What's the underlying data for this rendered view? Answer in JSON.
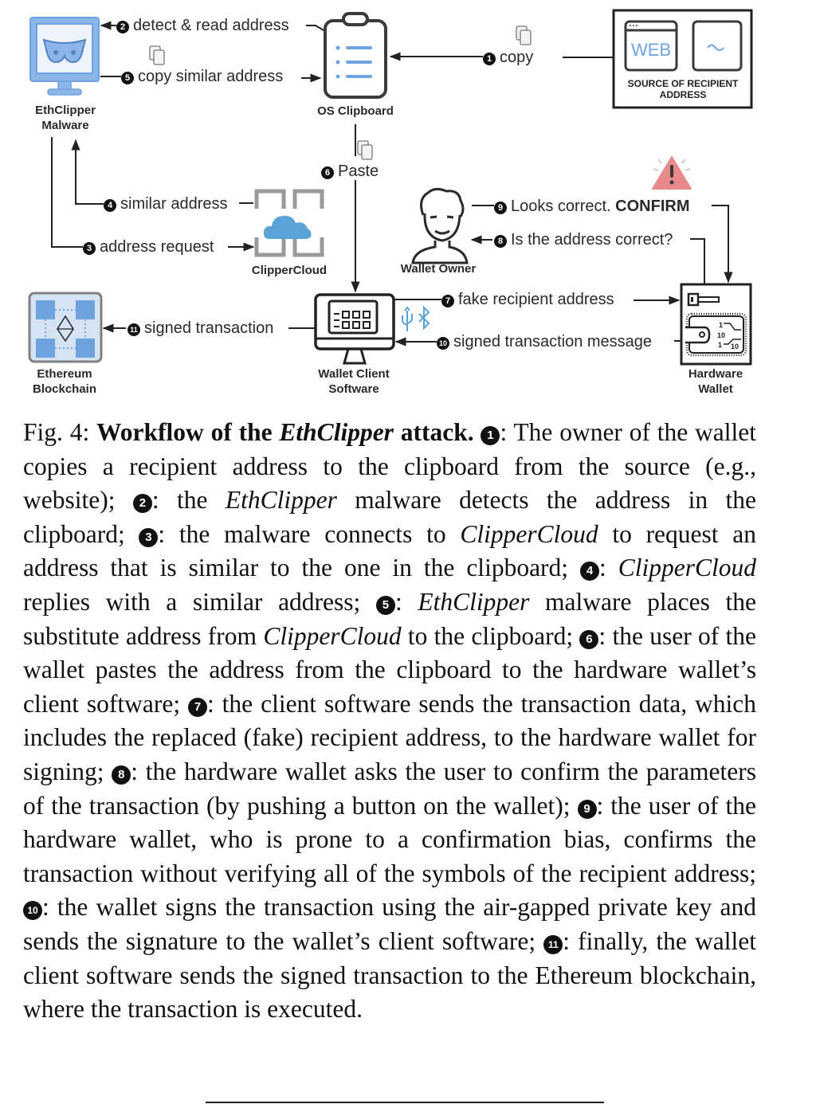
{
  "figure": {
    "nodes": {
      "malware": {
        "name_line1": "EthClipper",
        "name_line2": "Malware"
      },
      "clipboard": {
        "name": "OS Clipboard"
      },
      "source": {
        "web_label": "WEB",
        "caption_line1": "SOURCE OF RECIPIENT",
        "caption_line2": "ADDRESS"
      },
      "cloud": {
        "name": "ClipperCloud"
      },
      "owner": {
        "name": "Wallet Owner"
      },
      "blockchain": {
        "name_line1": "Ethereum",
        "name_line2": "Blockchain"
      },
      "client": {
        "name_line1": "Wallet Client",
        "name_line2": "Software"
      },
      "hardware": {
        "name_line1": "Hardware",
        "name_line2": "Wallet"
      }
    },
    "steps": [
      {
        "num": "1",
        "text": "copy"
      },
      {
        "num": "2",
        "text": "detect & read address"
      },
      {
        "num": "3",
        "text": "address request"
      },
      {
        "num": "4",
        "text": "similar address"
      },
      {
        "num": "5",
        "text": "copy similar address"
      },
      {
        "num": "6",
        "text": "Paste"
      },
      {
        "num": "7",
        "text": "fake recipient address"
      },
      {
        "num": "8",
        "text": "Is the address correct?"
      },
      {
        "num": "9",
        "text": "Looks correct. ",
        "emphasis": "CONFIRM"
      },
      {
        "num": "10",
        "text": "signed transaction message"
      },
      {
        "num": "11",
        "text": "signed transaction"
      }
    ],
    "colors": {
      "accent_blue": "#6fa3e0",
      "light_blue": "#cfe0f5",
      "cloud_blue": "#5aa3d6",
      "warning_pink": "#e88a8a",
      "frame_gray": "#9a9a9a",
      "line": "#222222"
    }
  },
  "caption": {
    "fig_label": "Fig. 4: ",
    "title_bold_1": "Workflow of the ",
    "title_italic": "EthClipper",
    "title_bold_2": " attack.",
    "items": [
      {
        "num": "1",
        "parts": [
          {
            "t": ": The owner of the wallet copies a recipient address to the clipboard from the source (e.g., website); "
          }
        ]
      },
      {
        "num": "2",
        "parts": [
          {
            "t": ": the "
          },
          {
            "t": "EthClipper",
            "i": true
          },
          {
            "t": " malware detects the address in the clipboard; "
          }
        ]
      },
      {
        "num": "3",
        "parts": [
          {
            "t": ": the malware connects to "
          },
          {
            "t": "ClipperCloud",
            "i": true
          },
          {
            "t": " to request an address that is similar to the one in the clipboard; "
          }
        ]
      },
      {
        "num": "4",
        "parts": [
          {
            "t": ": "
          },
          {
            "t": "ClipperCloud",
            "i": true
          },
          {
            "t": " replies with a similar address; "
          }
        ]
      },
      {
        "num": "5",
        "parts": [
          {
            "t": ": "
          },
          {
            "t": "EthClipper",
            "i": true
          },
          {
            "t": " malware places the substitute address from "
          },
          {
            "t": "ClipperCloud",
            "i": true
          },
          {
            "t": " to the clipboard; "
          }
        ]
      },
      {
        "num": "6",
        "parts": [
          {
            "t": ": the user of the wallet pastes the address from the clipboard to the hardware wallet’s client software; "
          }
        ]
      },
      {
        "num": "7",
        "parts": [
          {
            "t": ": the client software sends the transaction data, which includes the replaced (fake) recipient address, to the hardware wallet for signing; "
          }
        ]
      },
      {
        "num": "8",
        "parts": [
          {
            "t": ": the hardware wallet asks the user to confirm the parameters of the transaction (by pushing a button on the wallet); "
          }
        ]
      },
      {
        "num": "9",
        "parts": [
          {
            "t": ": the user of the hardware wallet, who is prone to a confirmation bias, confirms the transaction without verifying all of the symbols of the recipient address; "
          }
        ]
      },
      {
        "num": "10",
        "parts": [
          {
            "t": ": the wallet signs the transaction using the air-gapped private key and sends the signature to the wallet’s client software; "
          }
        ]
      },
      {
        "num": "11",
        "parts": [
          {
            "t": ": finally, the wallet client software sends the signed transaction to the Ethereum blockchain, where the transaction is executed."
          }
        ]
      }
    ]
  }
}
